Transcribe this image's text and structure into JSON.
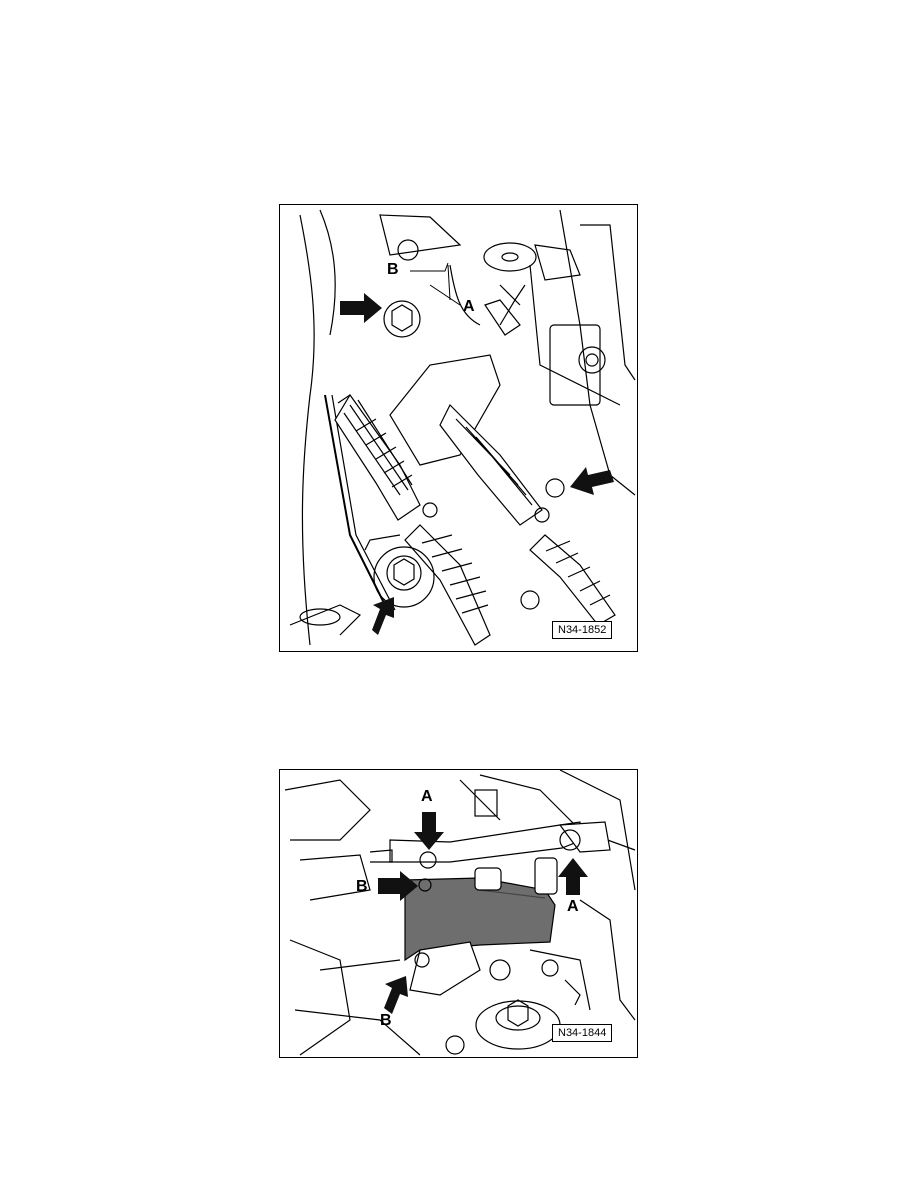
{
  "figures": [
    {
      "id": "N34-1852",
      "callouts": {
        "a": "A",
        "b": "B"
      }
    },
    {
      "id": "N34-1844",
      "callouts": {
        "a": "A",
        "b": "B"
      }
    }
  ],
  "colors": {
    "line": "#000000",
    "fill": "#ffffff",
    "shade": "#6e6e6e",
    "arrow": "#111111"
  },
  "icons": [
    "callout-arrow-icon"
  ]
}
